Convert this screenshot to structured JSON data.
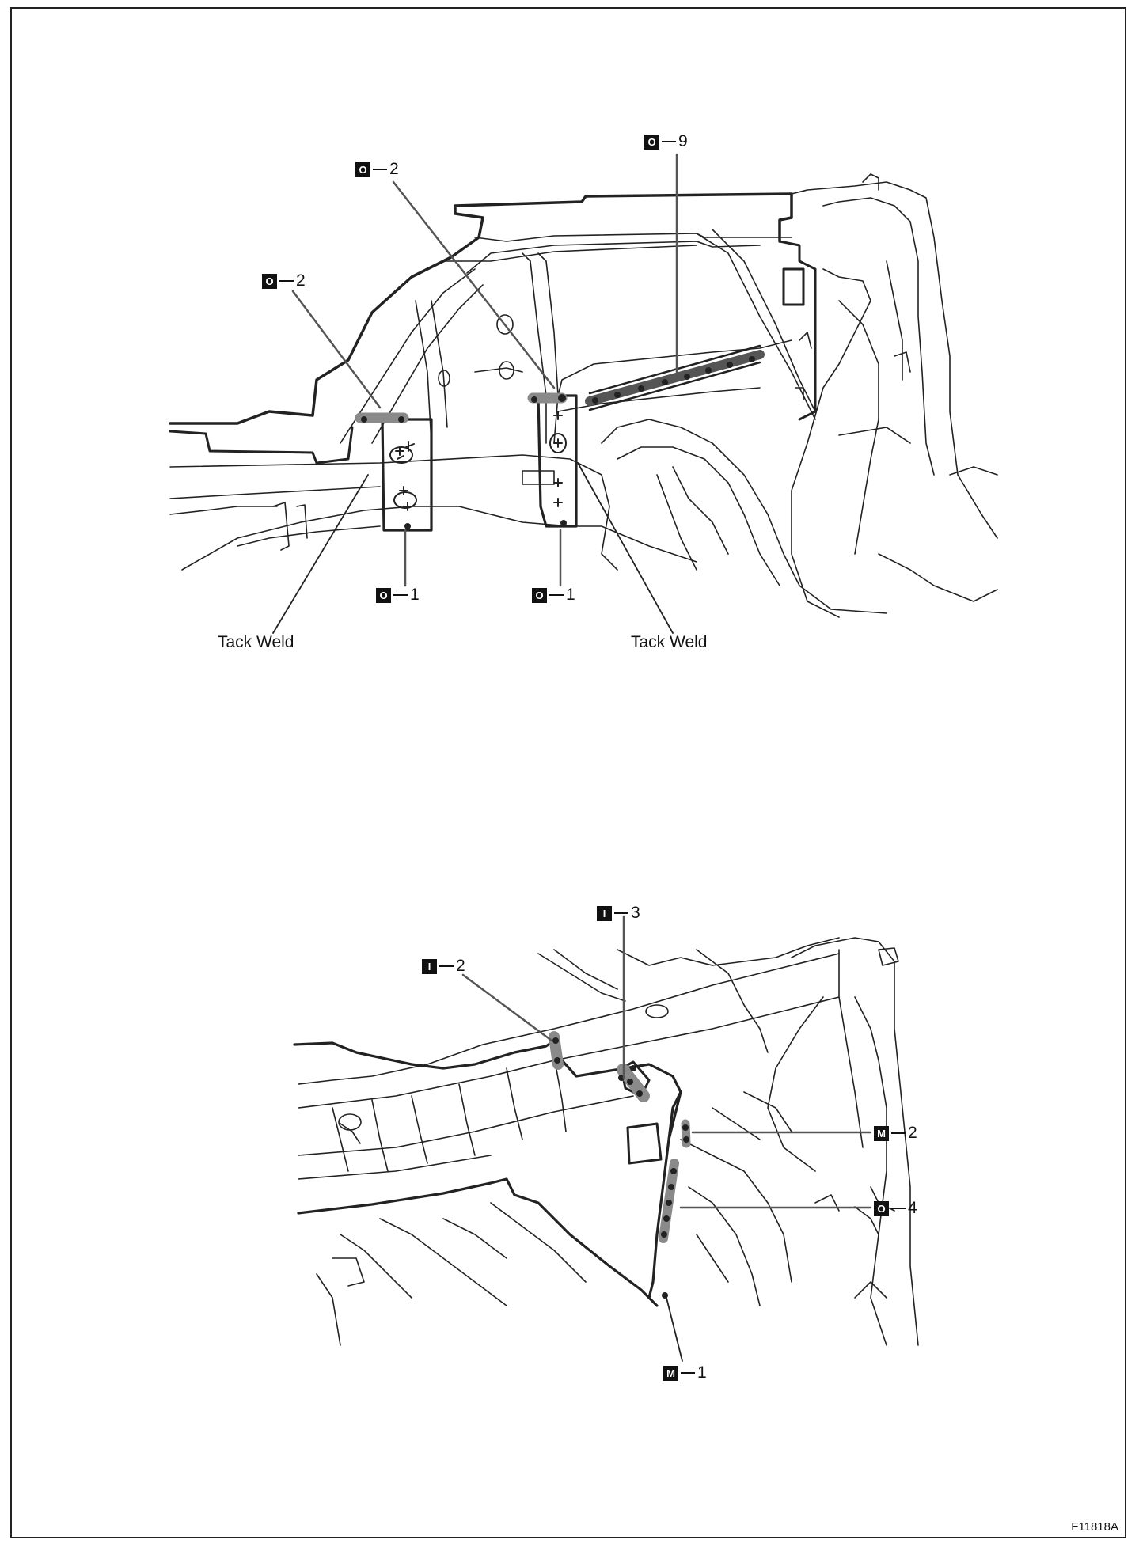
{
  "figure_code": "F11818A",
  "labels": {
    "tack_weld_left": "Tack Weld",
    "tack_weld_right": "Tack Weld"
  },
  "callouts": [
    {
      "id": "o2-left",
      "symbol": "O",
      "count": "2"
    },
    {
      "id": "o2-mid",
      "symbol": "O",
      "count": "2"
    },
    {
      "id": "o9",
      "symbol": "O",
      "count": "9"
    },
    {
      "id": "o1-left",
      "symbol": "O",
      "count": "1"
    },
    {
      "id": "o1-right",
      "symbol": "O",
      "count": "1"
    },
    {
      "id": "i3",
      "symbol": "I",
      "count": "3"
    },
    {
      "id": "i2",
      "symbol": "I",
      "count": "2"
    },
    {
      "id": "m2",
      "symbol": "M",
      "count": "2"
    },
    {
      "id": "o4",
      "symbol": "O",
      "count": "4"
    },
    {
      "id": "m1",
      "symbol": "M",
      "count": "1"
    }
  ]
}
